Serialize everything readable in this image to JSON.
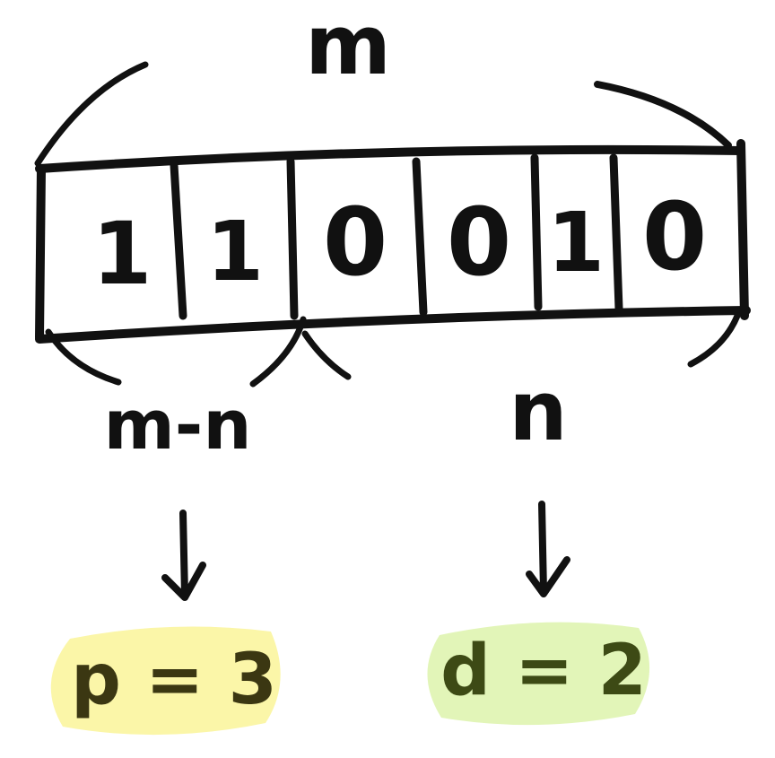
{
  "labels": {
    "top": "m",
    "left": "m-n",
    "right": "n"
  },
  "bits": [
    "1",
    "1",
    "0",
    "0",
    "1",
    "0"
  ],
  "results": {
    "left": "p = 3",
    "right": "d = 2"
  },
  "colors": {
    "ink": "#111111",
    "left_highlight": "#fbf6a8",
    "left_text": "#3b3712",
    "right_highlight": "#e2f5b8",
    "right_text": "#3d4a15"
  }
}
